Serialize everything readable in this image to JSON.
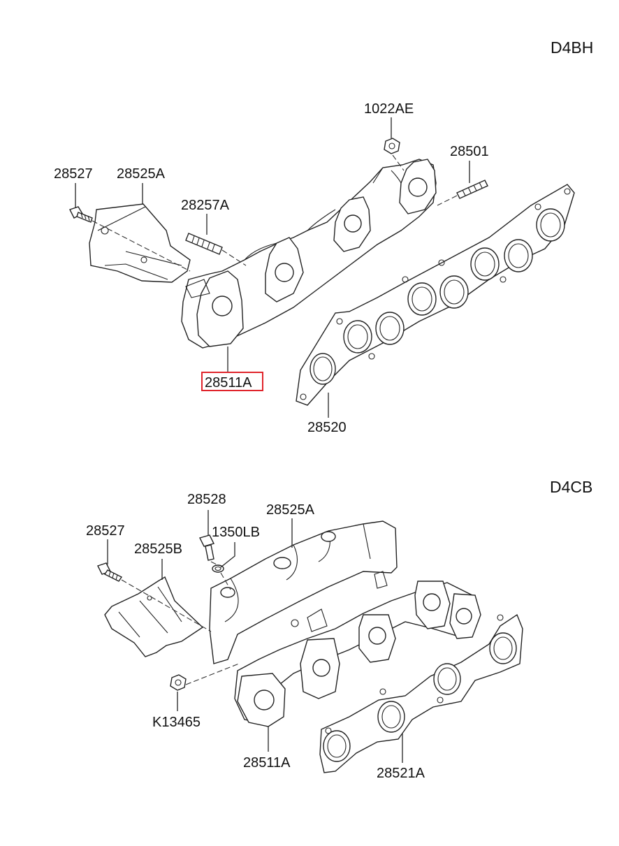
{
  "engines": {
    "top": "D4BH",
    "bottom": "D4CB"
  },
  "highlight_color": "#e0242b",
  "top_parts": {
    "p1022AE": "1022AE",
    "p28501": "28501",
    "p28527": "28527",
    "p28525A": "28525A",
    "p28257A": "28257A",
    "p28511A": "28511A",
    "p28520": "28520"
  },
  "bottom_parts": {
    "p28528": "28528",
    "p28525A": "28525A",
    "p28527": "28527",
    "p1350LB": "1350LB",
    "p28525B": "28525B",
    "pK13465": "K13465",
    "p28511A": "28511A",
    "p28521A": "28521A"
  }
}
